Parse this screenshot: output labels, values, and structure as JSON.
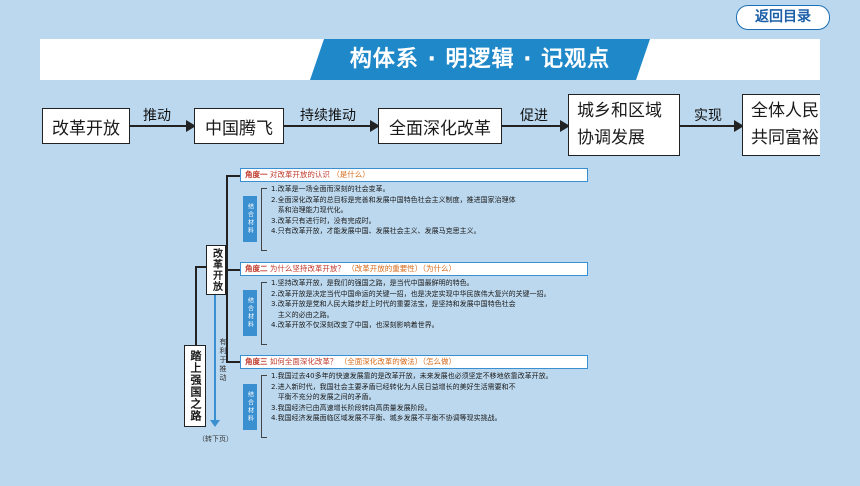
{
  "back_button": "返回目录",
  "banner_title": "构体系 · 明逻辑 · 记观点",
  "flow": {
    "boxes": [
      "改革开放",
      "中国腾飞",
      "全面深化改革",
      [
        "城乡和区域",
        "协调发展"
      ],
      [
        "全体人民",
        "共同富裕"
      ]
    ],
    "arrows": [
      "推动",
      "持续推动",
      "促进",
      "实现"
    ]
  },
  "diagram": {
    "reform_box": "改革开放",
    "road_box": "踏上强国之路",
    "side_text": "有利于推动",
    "continued": "（转下页）",
    "angles": [
      {
        "prefix": "角度一",
        "title": "对改革开放的认识",
        "hint": "（是什么）",
        "tag": "结合材料",
        "items": [
          "1.改革是一场全面而深刻的社会变革。",
          "2.全面深化改革的总目标是完善和发展中国特色社会主义制度，推进国家治理体\n   系和治理能力现代化。",
          "3.改革只有进行时，没有完成时。",
          "4.只有改革开放，才能发展中国、发展社会主义、发展马克思主义。"
        ]
      },
      {
        "prefix": "角度二",
        "title": "为什么坚持改革开放？",
        "hint": "（改革开放的重要性）（为什么）",
        "tag": "结合材料",
        "items": [
          "1.坚持改革开放，是我们的强国之路，是当代中国最鲜明的特色。",
          "2.改革开放是决定当代中国命运的关键一招，也是决定实现中华民族伟大复兴的关键一招。",
          "3.改革开放是党和人民大踏步赶上时代的重要法宝，是坚持和发展中国特色社会\n   主义的必由之路。",
          "4.改革开放不仅深刻改变了中国，也深刻影响着世界。"
        ]
      },
      {
        "prefix": "角度三",
        "title": "如何全面深化改革？",
        "hint": "（全面深化改革的做法）（怎么做）",
        "tag": "结合材料",
        "items": [
          "1.我国过去40多年的快速发展靠的是改革开放，未来发展也必须坚定不移地依靠改革开放。",
          "2.进入新时代，我国社会主要矛盾已经转化为人民日益增长的美好生活需要和不\n   平衡不充分的发展之间的矛盾。",
          "3.我国经济已由高速增长阶段转向高质量发展阶段。",
          "4.我国经济发展面临区域发展不平衡、城乡发展不平衡不协调等现实挑战。"
        ]
      }
    ]
  }
}
